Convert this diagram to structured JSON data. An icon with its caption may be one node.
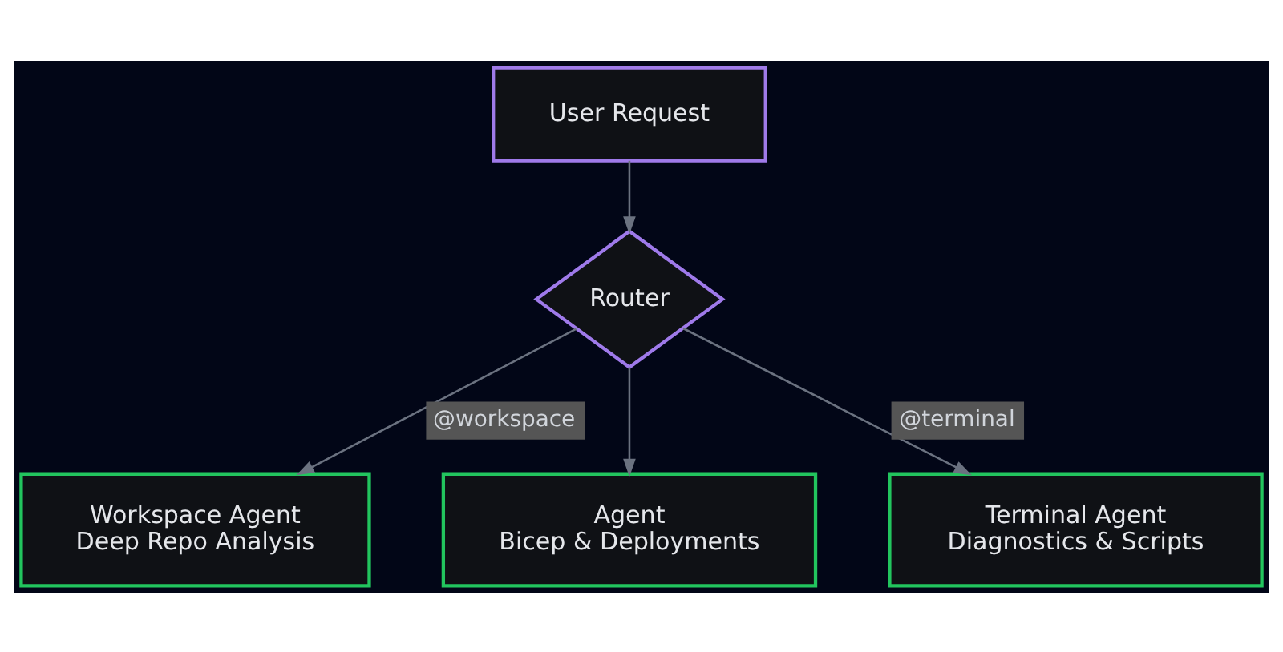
{
  "diagram": {
    "nodes": [
      {
        "text": [
          "User Request"
        ]
      },
      {
        "text": [
          "Router"
        ]
      },
      {
        "text": [
          "Workspace Agent",
          "Deep Repo Analysis"
        ]
      },
      {
        "text": [
          "Agent",
          "Bicep & Deployments"
        ]
      },
      {
        "text": [
          "Terminal Agent",
          "Diagnostics & Scripts"
        ]
      }
    ],
    "edges": [
      {
        "from": 0,
        "to": 1,
        "arrow": "to"
      },
      {
        "from": 1,
        "to": 2,
        "arrow": "to",
        "label": "@workspace"
      },
      {
        "from": 1,
        "to": 3,
        "arrow": "to"
      },
      {
        "from": 1,
        "to": 4,
        "arrow": "to",
        "label": "@terminal"
      }
    ]
  }
}
